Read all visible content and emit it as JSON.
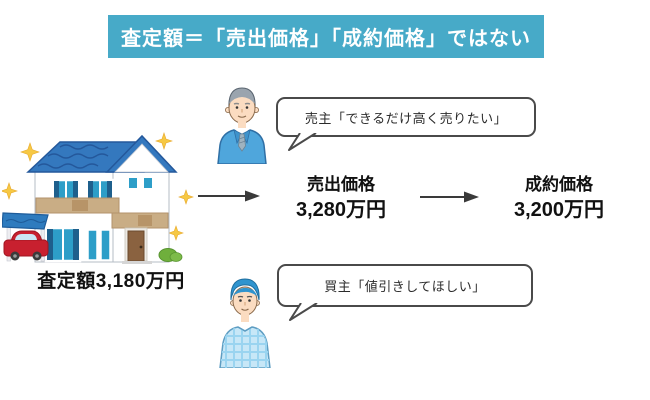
{
  "header": {
    "title": "査定額＝「売出価格」「成約価格」ではない",
    "bg_color": "#47AAC8",
    "text_color": "#FFFFFF"
  },
  "house": {
    "appraisal_label": "査定額3,180万円",
    "icon": "house-with-carport-and-red-car-illustration",
    "sparkle_icon": "sparkle-stars",
    "sparkle_color": "#F6C844",
    "roof_color": "#3478BE",
    "window_color": "#2D9EC8",
    "car_color": "#C8202F"
  },
  "seller": {
    "icon": "elderly-businessman-avatar",
    "speech": "売主「できるだけ高く売りたい」",
    "suit_color": "#4FA6DC"
  },
  "buyer": {
    "icon": "young-man-plaid-shirt-avatar",
    "speech": "買主「値引きしてほしい」",
    "shirt_color": "#C7E7F7"
  },
  "flow": {
    "arrow_icon": "right-arrow",
    "arrow_color": "#3A3A3A",
    "listing": {
      "name": "売出価格",
      "value": "3,280万円"
    },
    "contract": {
      "name": "成約価格",
      "value": "3,200万円"
    }
  }
}
